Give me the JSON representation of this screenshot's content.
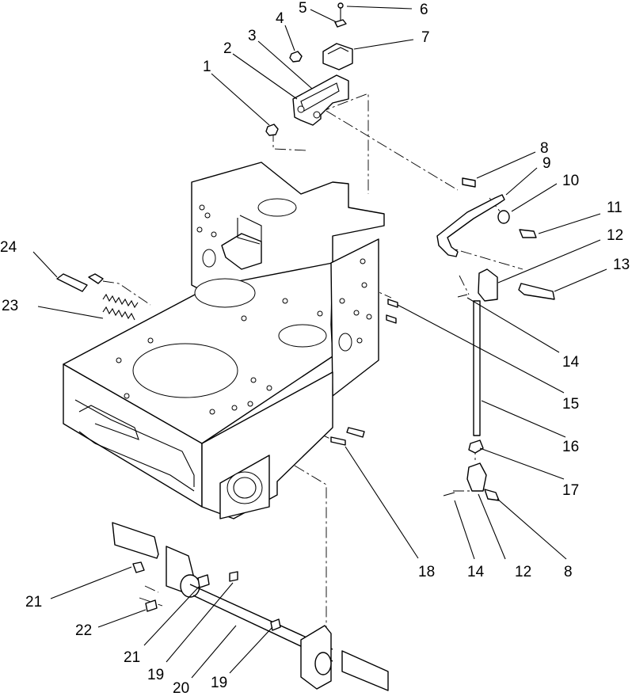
{
  "diagram": {
    "callouts": [
      {
        "id": "c1",
        "text": "1"
      },
      {
        "id": "c2",
        "text": "2"
      },
      {
        "id": "c3",
        "text": "3"
      },
      {
        "id": "c4",
        "text": "4"
      },
      {
        "id": "c5",
        "text": "5"
      },
      {
        "id": "c6",
        "text": "6"
      },
      {
        "id": "c7",
        "text": "7"
      },
      {
        "id": "c8a",
        "text": "8"
      },
      {
        "id": "c9",
        "text": "9"
      },
      {
        "id": "c10",
        "text": "10"
      },
      {
        "id": "c11",
        "text": "11"
      },
      {
        "id": "c12a",
        "text": "12"
      },
      {
        "id": "c13",
        "text": "13"
      },
      {
        "id": "c14a",
        "text": "14"
      },
      {
        "id": "c15",
        "text": "15"
      },
      {
        "id": "c16",
        "text": "16"
      },
      {
        "id": "c17",
        "text": "17"
      },
      {
        "id": "c18",
        "text": "18"
      },
      {
        "id": "c14b",
        "text": "14"
      },
      {
        "id": "c12b",
        "text": "12"
      },
      {
        "id": "c8b",
        "text": "8"
      },
      {
        "id": "c24",
        "text": "24"
      },
      {
        "id": "c23",
        "text": "23"
      },
      {
        "id": "c21a",
        "text": "21"
      },
      {
        "id": "c22",
        "text": "22"
      },
      {
        "id": "c21b",
        "text": "21"
      },
      {
        "id": "c19a",
        "text": "19"
      },
      {
        "id": "c20",
        "text": "20"
      },
      {
        "id": "c19b",
        "text": "19"
      }
    ]
  }
}
